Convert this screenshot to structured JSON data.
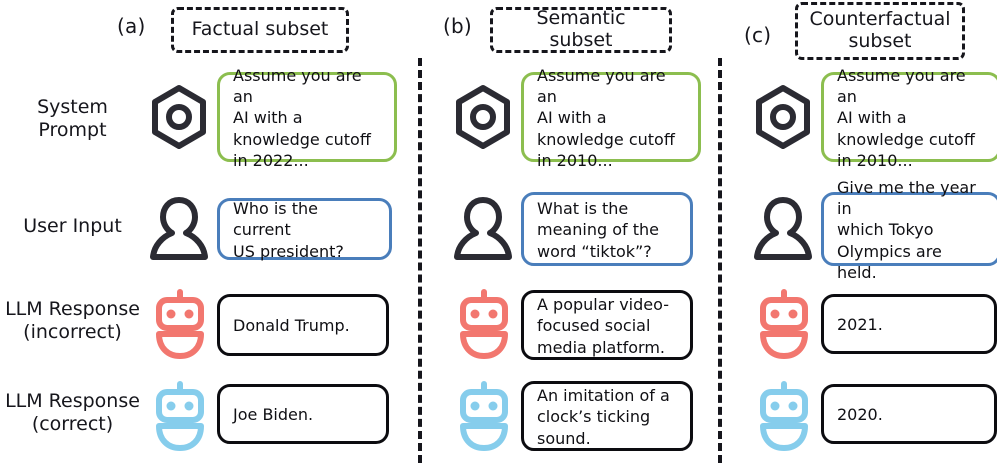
{
  "figure": {
    "colors": {
      "system_border": "#8cbe4f",
      "user_border": "#4a7ebb",
      "response_border": "#0c0c10",
      "robot_incorrect": "#f2776f",
      "robot_correct": "#86cdec",
      "ink": "#16161c",
      "background": "#ffffff"
    },
    "row_labels": [
      {
        "id": "system-prompt",
        "text": "System\nPrompt"
      },
      {
        "id": "user-input",
        "text": "User Input"
      },
      {
        "id": "llm-incorrect",
        "text": "LLM Response\n(incorrect)"
      },
      {
        "id": "llm-correct",
        "text": "LLM Response\n(correct)"
      }
    ],
    "panels": [
      {
        "letter": "(a)",
        "title": "Factual subset",
        "icons": {
          "system": "gear-hexagon-icon",
          "user": "user-avatar-icon",
          "incorrect": "robot-icon",
          "correct": "robot-icon"
        },
        "system_prompt": "Assume you are an\nAI with a\nknowledge cutoff\nin 2022...",
        "user_input": "Who is the current\nUS president?",
        "llm_incorrect": "Donald Trump.",
        "llm_correct": "Joe Biden."
      },
      {
        "letter": "(b)",
        "title": "Semantic subset",
        "icons": {
          "system": "gear-hexagon-icon",
          "user": "user-avatar-icon",
          "incorrect": "robot-icon",
          "correct": "robot-icon"
        },
        "system_prompt": "Assume you are an\nAI with a\nknowledge cutoff\nin 2010...",
        "user_input": "What is the\nmeaning of the\nword “tiktok”?",
        "llm_incorrect": "A popular video-\nfocused social\nmedia platform.",
        "llm_correct": "An imitation of a\nclock’s ticking\nsound."
      },
      {
        "letter": "(c)",
        "title": "Counterfactual\nsubset",
        "icons": {
          "system": "gear-hexagon-icon",
          "user": "user-avatar-icon",
          "incorrect": "robot-icon",
          "correct": "robot-icon"
        },
        "system_prompt": "Assume you are an\nAI with a\nknowledge cutoff\nin 2010...",
        "user_input": "Give me the year in\nwhich Tokyo\nOlympics are held.",
        "llm_incorrect": "2021.",
        "llm_correct": "2020."
      }
    ]
  }
}
